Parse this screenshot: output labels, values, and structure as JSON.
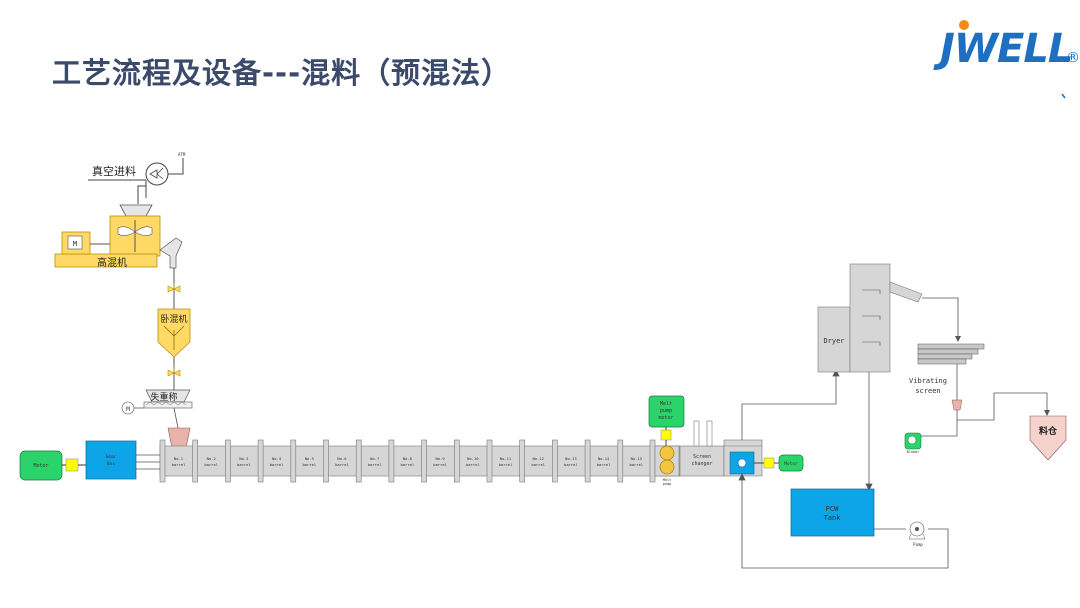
{
  "title": "工艺流程及设备---混料（预混法）",
  "logo": {
    "text": "JWELL",
    "reg": "®",
    "blue": "#1f6fc0",
    "orange": "#f08a1c"
  },
  "labels": {
    "vacuum_feed": "真空进料",
    "high_mixer": "高混机",
    "cold_mixer": "卧混机",
    "weigher": "失重称",
    "motor_m": "M",
    "fan_small": "ATM",
    "motor_left": "Motor",
    "gear_box": [
      "Gear",
      "Box"
    ],
    "melt_pump_motor": [
      "Melt",
      "pump",
      "motor"
    ],
    "melt_pump": [
      "Melt",
      "pump"
    ],
    "screen_changer": [
      "Screen",
      "changer"
    ],
    "motor_right": "Motor",
    "dryer": "Dryer",
    "vibrating_screen": [
      "Vibrating",
      "screen"
    ],
    "blower": "Blower",
    "silo": "料仓",
    "pcw_tank": [
      "PCW",
      "Tank"
    ],
    "pump": "Pump"
  },
  "barrels": [
    "No.1",
    "No.2",
    "No.3",
    "No.4",
    "No.5",
    "No.6",
    "No.7",
    "No.8",
    "No.9",
    "No.10",
    "No.11",
    "No.12",
    "No.13",
    "No.14",
    "No.15"
  ],
  "barrel_word": "barrel",
  "colors": {
    "yellow": "#ffd966",
    "yellow_stroke": "#b8900a",
    "green": "#2bd46a",
    "blue": "#0ea4e8",
    "grey": "#d6d6d6",
    "steel": "#9a9a9a",
    "pink": "#e8b3ab",
    "silo": "#f6d2cc",
    "bright_yellow": "#ffff00"
  }
}
